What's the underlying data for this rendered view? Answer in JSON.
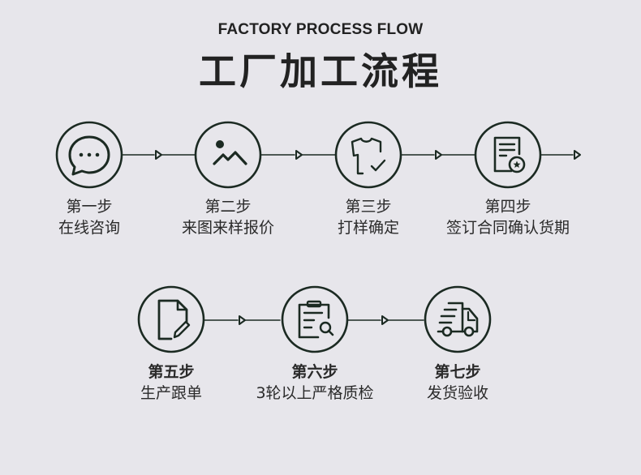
{
  "header": {
    "subtitle": "FACTORY PROCESS FLOW",
    "title": "工厂加工流程"
  },
  "colors": {
    "background": "#E7E6EB",
    "stroke": "#1B2A22",
    "text": "#222222"
  },
  "steps": [
    {
      "num": "第一步",
      "desc": "在线咨询",
      "icon": "chat-bubble-icon"
    },
    {
      "num": "第二步",
      "desc": "来图来样报价",
      "icon": "image-icon"
    },
    {
      "num": "第三步",
      "desc": "打样确定",
      "icon": "shirt-check-icon"
    },
    {
      "num": "第四步",
      "desc": "签订合同确认货期",
      "icon": "contract-badge-icon"
    },
    {
      "num": "第五步",
      "desc": "生产跟单",
      "icon": "document-edit-icon"
    },
    {
      "num": "第六步",
      "desc": "3轮以上严格质检",
      "icon": "clipboard-search-icon"
    },
    {
      "num": "第七步",
      "desc": "发货验收",
      "icon": "delivery-truck-icon"
    }
  ]
}
